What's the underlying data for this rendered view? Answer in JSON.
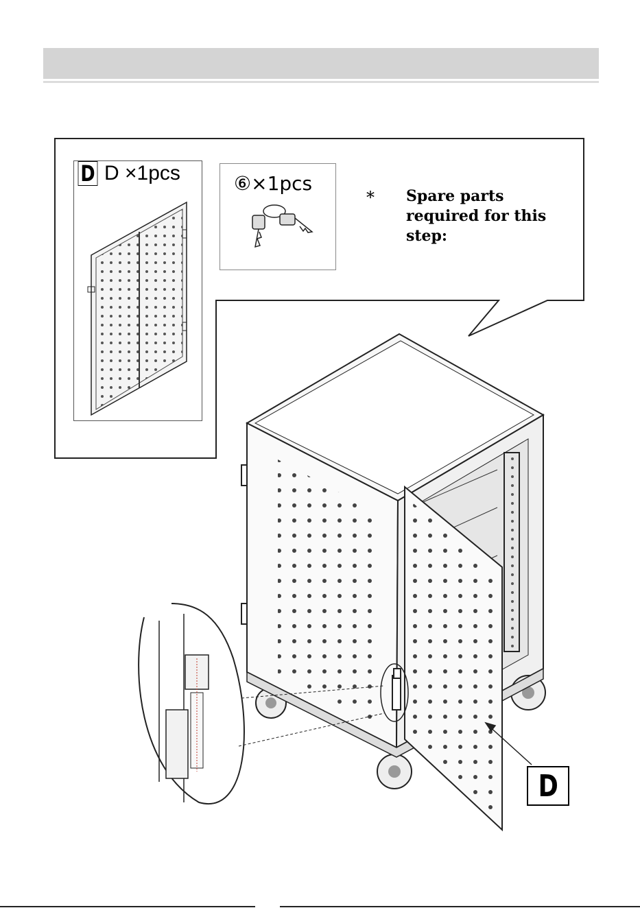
{
  "part_d": {
    "badge": "D",
    "label": "D ×1pcs"
  },
  "part_6": {
    "label": "⑥×1pcs",
    "icon": "keys-icon"
  },
  "note": {
    "star": "*",
    "text": "Spare parts required for this step:"
  },
  "door_label": "D"
}
